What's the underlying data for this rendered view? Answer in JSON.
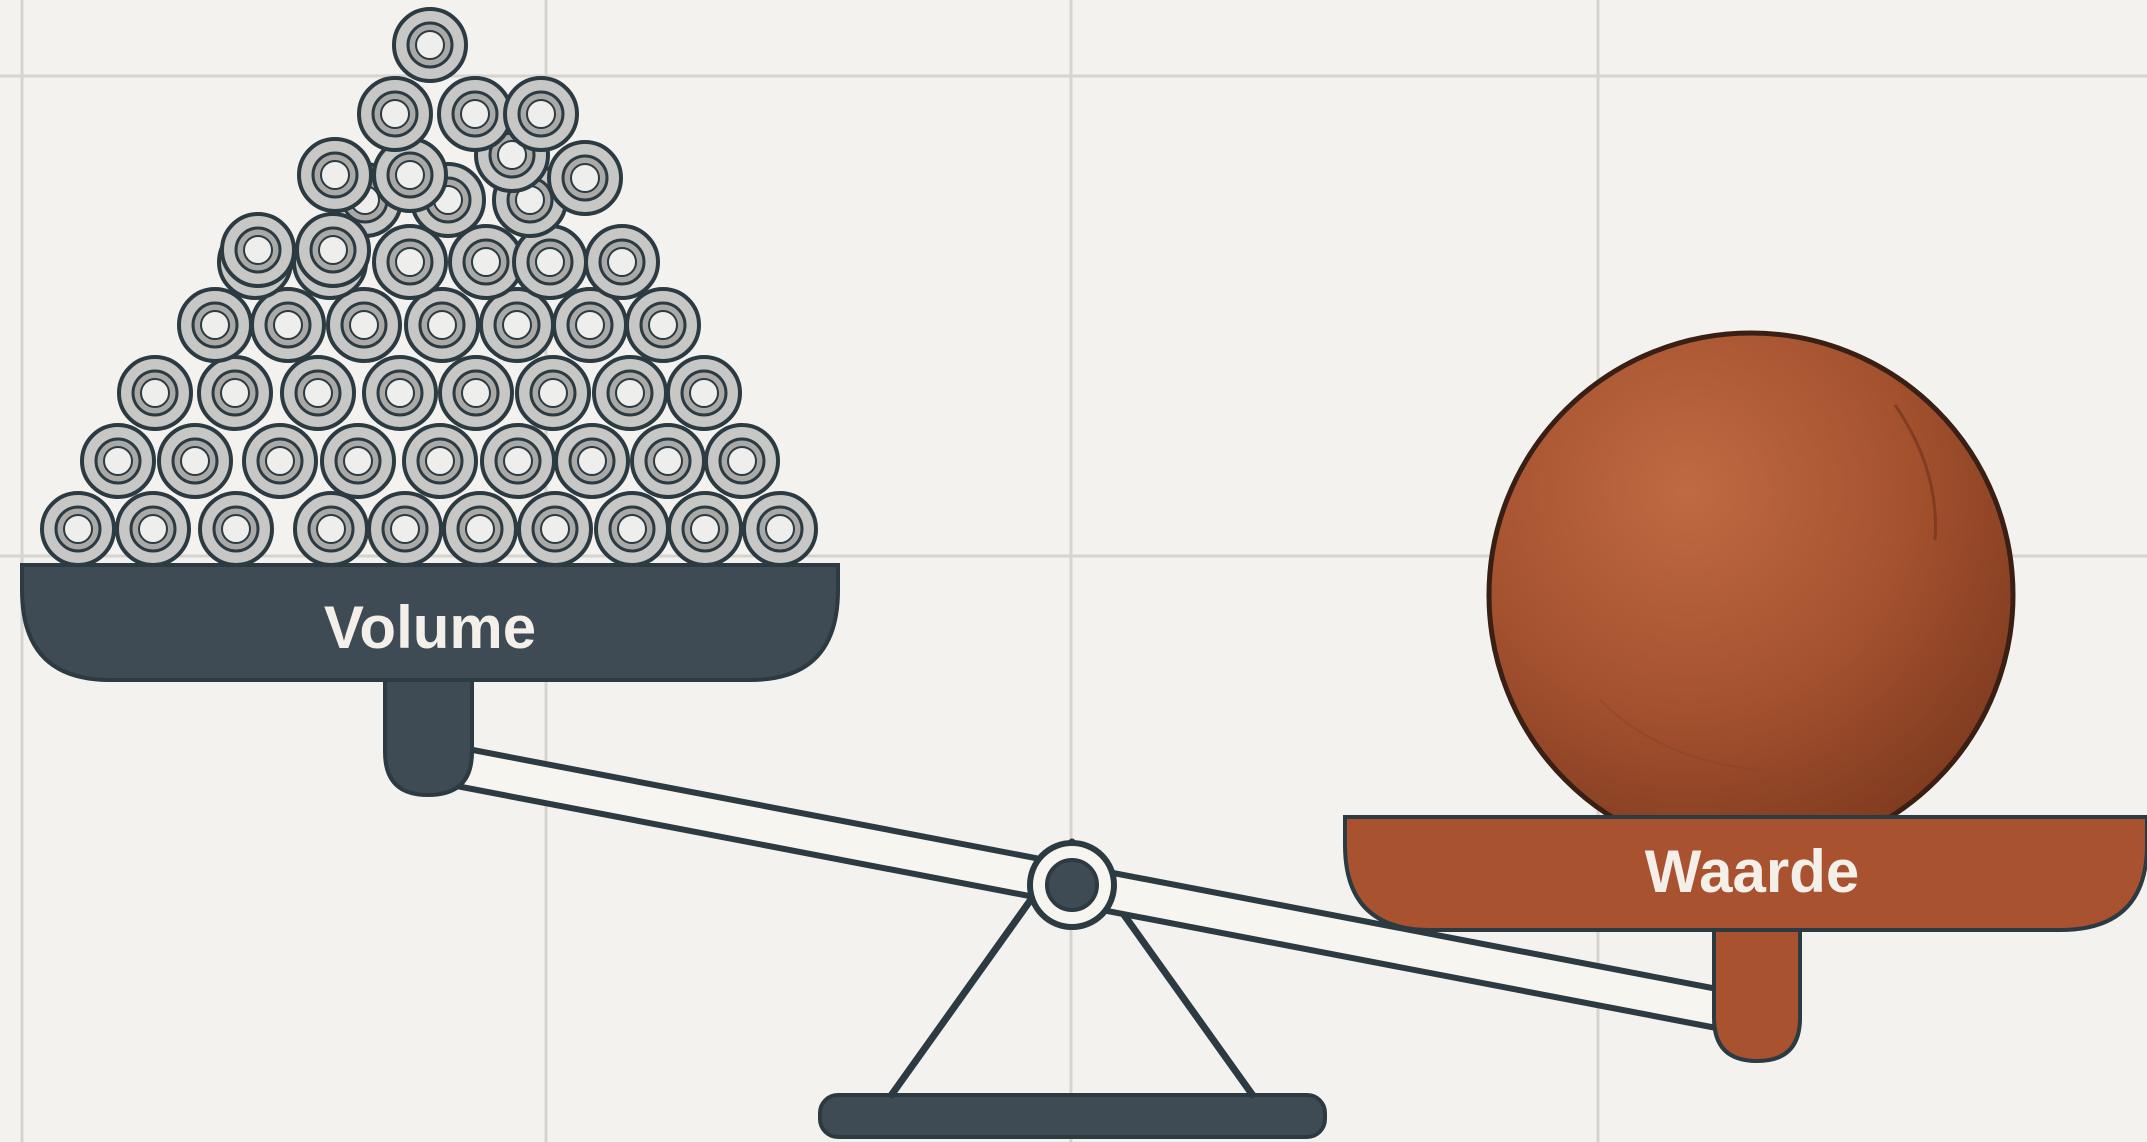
{
  "labels": {
    "left_pan": "Volume",
    "right_pan": "Waarde"
  },
  "colors": {
    "background": "#f3f2ee",
    "grid": "#d5d4cf",
    "outline": "#2c3a42",
    "left_pan": "#3e4b54",
    "right_pan": "#a8522f",
    "ball": "#a5522f",
    "coin_fill": "#c7c8c6",
    "coin_inner": "#eeeeec",
    "beam": "#f7f5ef"
  },
  "icons": {
    "left_stack": "coin-pile",
    "right_object": "sphere",
    "fulcrum": "triangle-pivot"
  }
}
